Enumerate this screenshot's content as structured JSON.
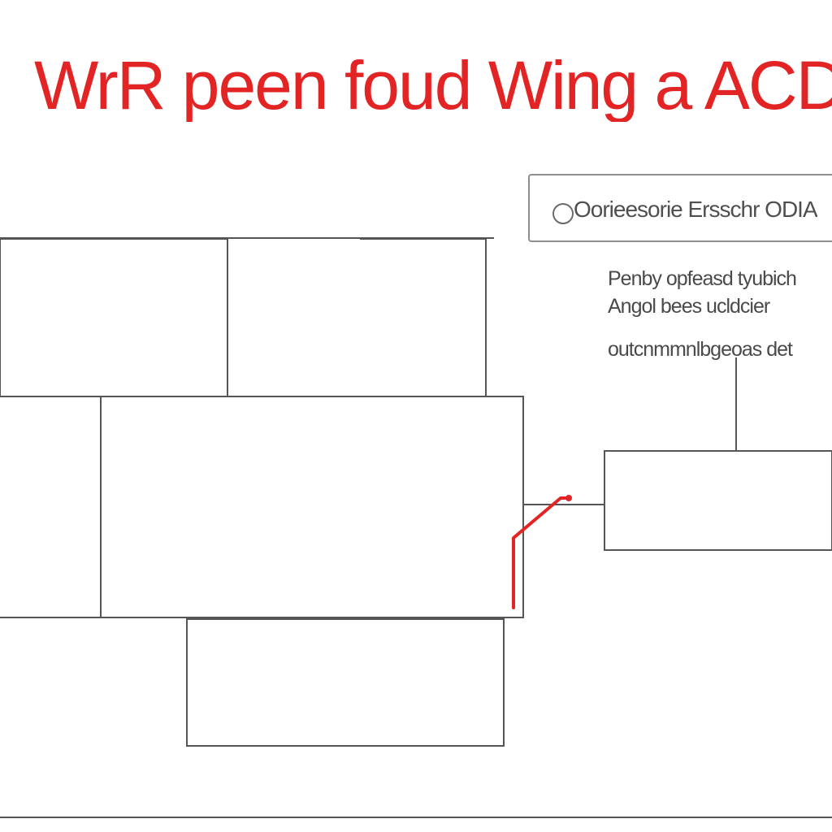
{
  "title": "WrR peen foud Wing a ACDD",
  "search_box": {
    "label": "Oorieesorie Ersschr ODIA"
  },
  "annotation": {
    "line1": "Penby opfeasd tyubich",
    "line2": "Angol bees ucldcier",
    "line3": "outcnmmnlbgeoas det"
  },
  "icons": {
    "search": "search-icon"
  },
  "colors": {
    "title": "#e32424",
    "accent_wire": "#e32424",
    "line": "#555555",
    "background": "#ffffff"
  }
}
